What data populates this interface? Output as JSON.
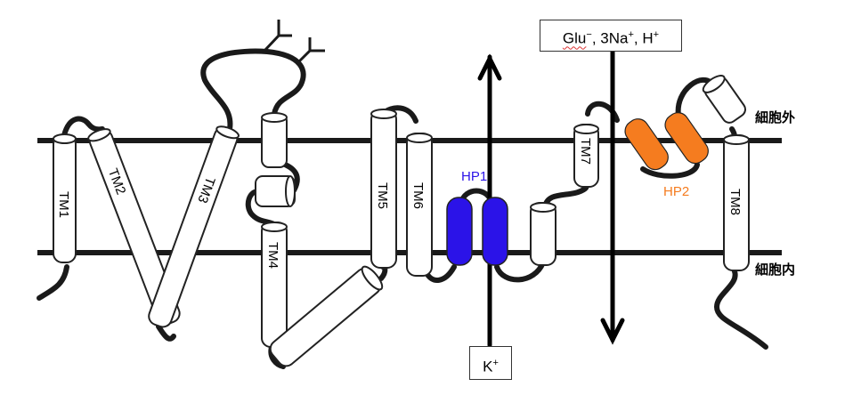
{
  "diagram": {
    "title": "Glutamate transporter membrane topology",
    "regions": {
      "extracellular": "細胞外",
      "intracellular": "細胞内"
    },
    "helices": [
      {
        "id": "TM1",
        "label": "TM1"
      },
      {
        "id": "TM2",
        "label": "TM2"
      },
      {
        "id": "TM3",
        "label": "TM3"
      },
      {
        "id": "TM4",
        "label": "TM4"
      },
      {
        "id": "TM5",
        "label": "TM5"
      },
      {
        "id": "TM6",
        "label": "TM6"
      },
      {
        "id": "TM7",
        "label": "TM7"
      },
      {
        "id": "TM8",
        "label": "TM8"
      }
    ],
    "hairpins": [
      {
        "id": "HP1",
        "label": "HP1",
        "color": "#2b13e8"
      },
      {
        "id": "HP2",
        "label": "HP2",
        "color": "#f57c1f"
      }
    ],
    "ions": {
      "influx": {
        "glu": "Glu",
        "glu_charge": "−",
        "sep1": ", 3Na",
        "na_charge": "+",
        "sep2": ", H",
        "h_charge": "+",
        "direction": "inward"
      },
      "efflux": {
        "k": "K",
        "k_charge": "+",
        "direction": "outward"
      }
    },
    "glycosylation_sites": 2,
    "colors": {
      "membrane": "#1a1a1a",
      "loop": "#1a1a1a",
      "helix_fill": "#ffffff",
      "hp1": "#2b13e8",
      "hp2": "#f57c1f"
    }
  }
}
